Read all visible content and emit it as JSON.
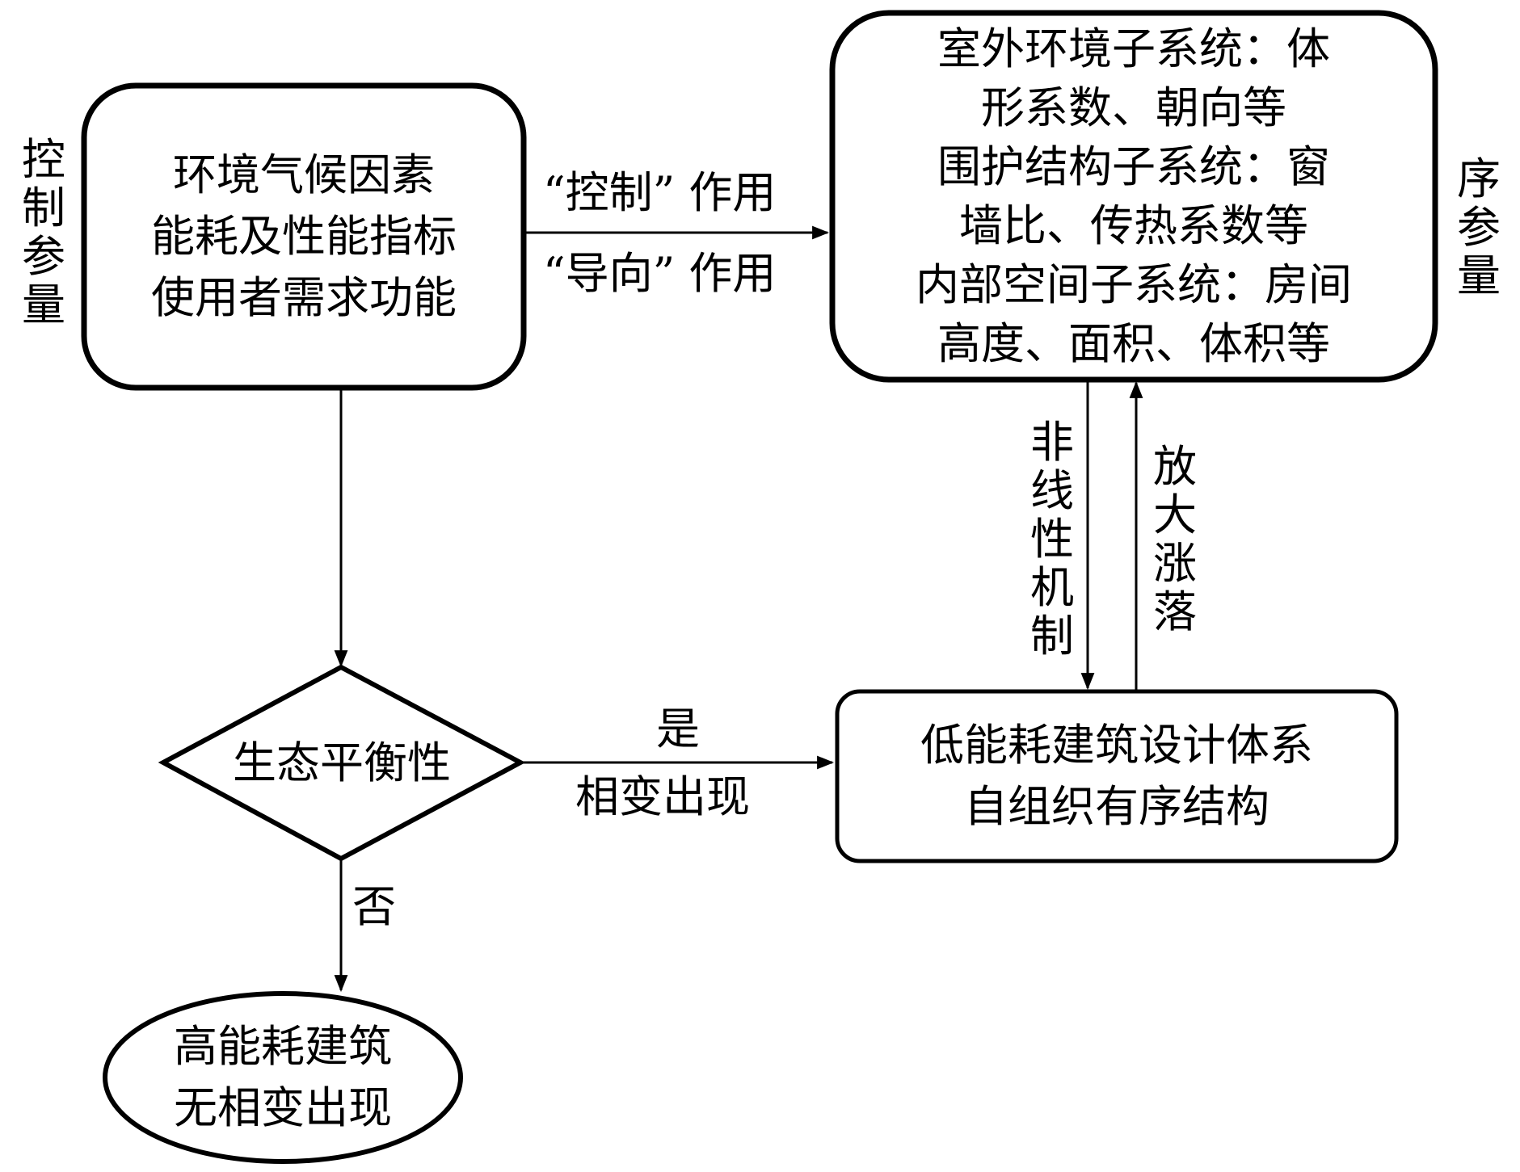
{
  "left_label": [
    "控",
    "制",
    "参",
    "量"
  ],
  "right_label": [
    "序",
    "参",
    "量"
  ],
  "control_box": {
    "lines": [
      "环境气候因素",
      "能耗及性能指标",
      "使用者需求功能"
    ]
  },
  "order_box": {
    "lines": [
      "室外环境子系统：体",
      "形系数、朝向等",
      "围护结构子系统：窗",
      "墙比、传热系数等",
      "内部空间子系统：房间",
      "高度、面积、体积等"
    ]
  },
  "arrow_labels": {
    "control": "“控制” 作用",
    "guide": "“导向” 作用",
    "yes": "是",
    "phase_change": "相变出现",
    "no": "否"
  },
  "nonlinear_label": [
    "非",
    "线",
    "性",
    "机",
    "制"
  ],
  "amplify_label": [
    "放",
    "大",
    "涨",
    "落"
  ],
  "decision": {
    "label": "生态平衡性"
  },
  "design_box": {
    "lines": [
      "低能耗建筑设计体系",
      "自组织有序结构"
    ]
  },
  "outcome": {
    "lines": [
      "高能耗建筑",
      "无相变出现"
    ]
  }
}
